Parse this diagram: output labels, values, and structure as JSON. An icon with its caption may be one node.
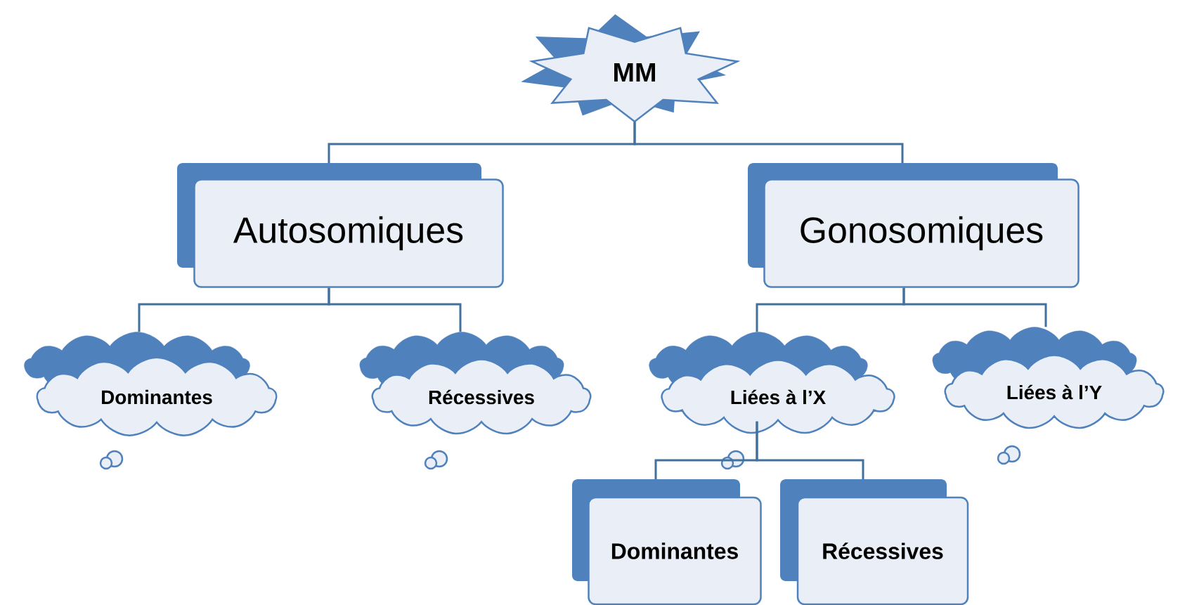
{
  "diagram": {
    "nodes": [
      {
        "text": [
          "MM"
        ]
      },
      {
        "text": [
          "Autosomiques"
        ]
      },
      {
        "text": [
          "Gonosomiques"
        ]
      },
      {
        "text": [
          "Dominantes"
        ]
      },
      {
        "text": [
          "Récessives"
        ]
      },
      {
        "text": [
          "Liées à l’X"
        ]
      },
      {
        "text": [
          "Liées à l’Y"
        ]
      },
      {
        "text": [
          "Dominantes"
        ]
      },
      {
        "text": [
          "Récessives"
        ]
      }
    ],
    "edges": [
      {
        "from": 0,
        "to": 1,
        "arrow": "none"
      },
      {
        "from": 0,
        "to": 2,
        "arrow": "none"
      },
      {
        "from": 1,
        "to": 3,
        "arrow": "none"
      },
      {
        "from": 1,
        "to": 4,
        "arrow": "none"
      },
      {
        "from": 2,
        "to": 5,
        "arrow": "none"
      },
      {
        "from": 2,
        "to": 6,
        "arrow": "none"
      },
      {
        "from": 5,
        "to": 7,
        "arrow": "none"
      },
      {
        "from": 5,
        "to": 8,
        "arrow": "none"
      }
    ]
  }
}
